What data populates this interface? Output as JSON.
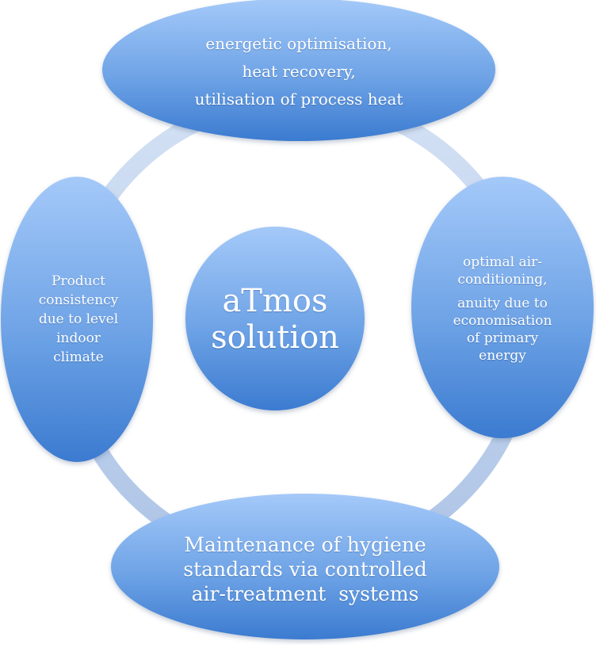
{
  "diagram": {
    "center": {
      "lines": [
        "aTmos",
        "solution"
      ]
    },
    "top": {
      "lines": [
        "energetic optimisation,",
        "heat recovery,",
        "utilisation of process heat"
      ]
    },
    "right": {
      "lines": [
        "optimal air-",
        "conditioning,",
        "anuity due to",
        "economisation",
        "of primary",
        "energy"
      ]
    },
    "bottom": {
      "lines": [
        "Maintenance of hygiene",
        "standards via controlled",
        "air-treatment  systems"
      ]
    },
    "left": {
      "lines": [
        "Product",
        "consistency",
        "due to level",
        "indoor",
        "climate"
      ]
    }
  },
  "colors": {
    "ring": "#b9cdea",
    "node_top": "#9cc3f7",
    "node_bottom": "#3e7ed1",
    "text": "#ffffff"
  }
}
